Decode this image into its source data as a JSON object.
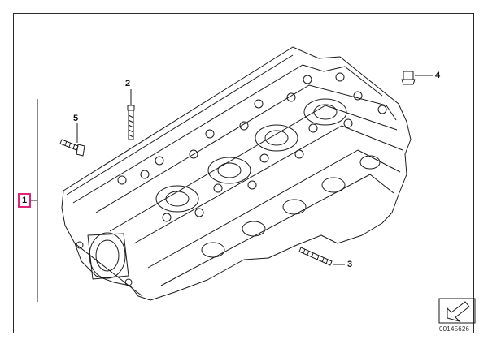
{
  "diagram": {
    "callouts": [
      {
        "id": "1",
        "label": "1",
        "highlight_color": "#e0247a"
      },
      {
        "id": "2",
        "label": "2"
      },
      {
        "id": "3",
        "label": "3"
      },
      {
        "id": "4",
        "label": "4"
      },
      {
        "id": "5",
        "label": "5"
      }
    ],
    "reference_number": "00145626",
    "colors": {
      "line": "#1a1a1a",
      "highlight": "#e0247a",
      "background": "#ffffff"
    },
    "icons": [
      "cylinder-head-drawing",
      "bolt-icon",
      "stud-icon",
      "plug-icon",
      "direction-arrow-icon"
    ]
  }
}
